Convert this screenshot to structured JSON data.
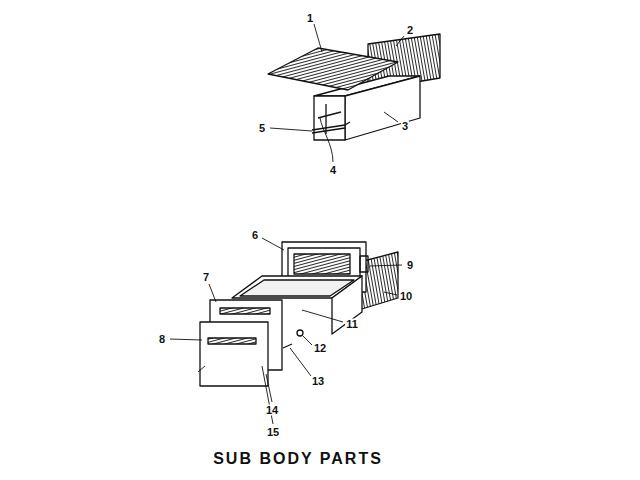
{
  "diagram": {
    "title": "SUB BODY PARTS",
    "labels": [
      "1",
      "2",
      "3",
      "4",
      "5",
      "6",
      "7",
      "8",
      "9",
      "10",
      "11",
      "12",
      "13",
      "14",
      "15"
    ]
  }
}
